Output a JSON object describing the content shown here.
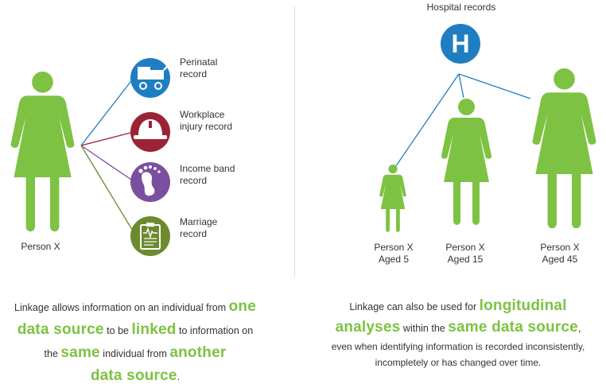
{
  "left": {
    "person_label": "Person X",
    "records": [
      {
        "label_line1": "Perinatal",
        "label_line2": "record",
        "icon": "pram-icon",
        "color": "#1f7ec1"
      },
      {
        "label_line1": "Workplace",
        "label_line2": "injury record",
        "icon": "hard-hat-icon",
        "color": "#9b2335"
      },
      {
        "label_line1": "Income band",
        "label_line2": "record",
        "icon": "footprint-icon",
        "color": "#7a4fa0"
      },
      {
        "label_line1": "Marriage",
        "label_line2": "record",
        "icon": "clipboard-icon",
        "color": "#6d8a2f"
      }
    ],
    "caption": {
      "t1": "Linkage allows information on an individual from ",
      "h1": "one",
      "h2": "data source",
      "t2": " to be ",
      "h3": "linked",
      "t3": " to information on",
      "t4": "the ",
      "h4": "same",
      "t5": " individual from ",
      "h5": "another",
      "h6": "data source",
      "t6": "."
    }
  },
  "right": {
    "title": "Hospital records",
    "hospital_letter": "H",
    "persons": [
      {
        "name": "Person X",
        "age": "Aged 5"
      },
      {
        "name": "Person X",
        "age": "Aged 15"
      },
      {
        "name": "Person X",
        "age": "Aged 45"
      }
    ],
    "caption": {
      "t1": "Linkage can also be used for ",
      "h1": "longitudinal",
      "h2": "analyses",
      "t2": " within the ",
      "h3": "same data source",
      "t3": ",",
      "t4": "even when identifying information is recorded inconsistently,",
      "t5": "incompletely or has changed over time."
    }
  },
  "colors": {
    "green": "#7dc242",
    "line_blue": "#1f7ec1",
    "line_red": "#9b2335",
    "line_purple": "#7a4fa0",
    "line_olive": "#6d8a2f",
    "hospital_blue": "#1f7ec1"
  }
}
